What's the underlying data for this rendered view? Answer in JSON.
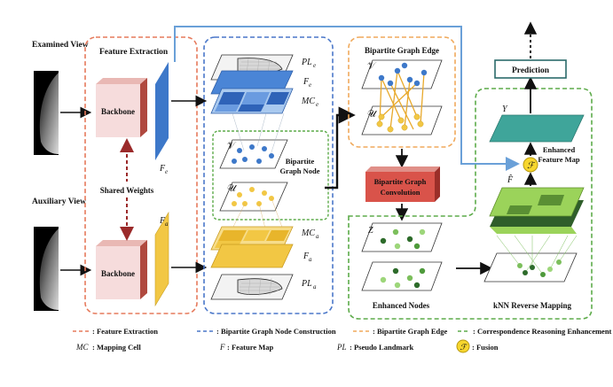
{
  "views": {
    "examined": "Examined View",
    "auxiliary": "Auxiliary View"
  },
  "sections": {
    "feature_extraction": "Feature Extraction",
    "bipartite_graph_edge": "Bipartite Graph Edge",
    "bipartite_graph_node": "Bipartite\nGraph Node",
    "enhanced_feature_map": "Enhanced\nFeature Map",
    "enhanced_nodes": "Enhanced Nodes",
    "knn_reverse_mapping": "kNN Reverse Mapping"
  },
  "boxes": {
    "backbone_top": "Backbone",
    "backbone_bottom": "Backbone",
    "shared_weights": "Shared Weights",
    "bipartite_graph_convolution": "Bipartite Graph\nConvolution",
    "prediction": "Prediction"
  },
  "symbols": {
    "Fe_left": "F",
    "Fe_left_sub": "e",
    "Fa_left": "F",
    "Fa_left_sub": "a",
    "PLe": "PL",
    "PLe_sub": "e",
    "Fe": "F",
    "Fe_sub": "e",
    "MCe": "MC",
    "MCe_sub": "e",
    "V": "𝒱",
    "U": "𝒰",
    "MCa": "MC",
    "MCa_sub": "a",
    "Fa": "F",
    "Fa_sub": "a",
    "PLa": "PL",
    "PLa_sub": "a",
    "V_edge": "𝒱",
    "U_edge": "𝒰",
    "Z": "Z",
    "Y": "Y",
    "F_hat": "F̂",
    "fusion": "ℱ"
  },
  "legend": {
    "items": [
      {
        "swatch": "- - -",
        "text": ": Feature Extraction",
        "color": "#e67a5c"
      },
      {
        "swatch": "- - -",
        "text": ": Bipartite Graph Node Construction",
        "color": "#4a77c9"
      },
      {
        "swatch": "- - -",
        "text": ": Bipartite Graph Edge",
        "color": "#f0a95b"
      },
      {
        "swatch": "- - -",
        "text": ": Correspondence Reasoning Enhancement",
        "color": "#5dab4a"
      }
    ],
    "row2": [
      {
        "symbol": "MC",
        "text": ": Mapping Cell"
      },
      {
        "symbol": "F",
        "text": ": Feature Map"
      },
      {
        "symbol": "PL",
        "text": ": Pseudo Landmark"
      },
      {
        "symbol": "ℱ",
        "text": ": Fusion"
      }
    ]
  },
  "colors": {
    "feature_extraction": "#e67a5c",
    "node_construction": "#4a77c9",
    "graph_edge": "#f0a95b",
    "reasoning": "#5dab4a",
    "backbone_fill": "#f6dcdc",
    "backbone_side": "#b0493f",
    "blue_map": "#3d78c9",
    "yellow_map": "#f2c744",
    "teal_map": "#3fa59a",
    "green_map": "#9bd35a",
    "arrow_blue": "#6aa0d8"
  }
}
